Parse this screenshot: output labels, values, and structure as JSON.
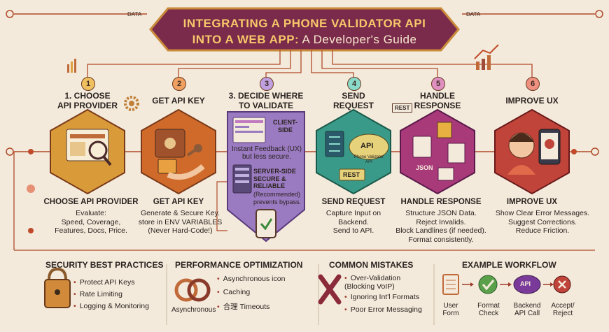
{
  "header": {
    "title_line1": "INTEGRATING A PHONE VALIDATOR API",
    "title_line2_bold": "INTO A WEB APP:",
    "title_line2_rest": " A Developer's Guide",
    "tag_left": "DATA",
    "tag_right": "DATA"
  },
  "steps": [
    {
      "number": "1",
      "title": "1. CHOOSE\nAPI PROVIDER",
      "caption": "CHOOSE API PROVIDER",
      "desc": "Evaluate:\nSpeed, Coverage,\nFeatures, Docs, Price."
    },
    {
      "number": "2",
      "title": "GET API KEY",
      "caption": "GET API KEY",
      "desc": "Generate & Secure Key.\nstore in ENV VARIABLES\n(Never Hard-Code!)"
    },
    {
      "number": "3",
      "title": "3. DECIDE WHERE\nTO VALIDATE",
      "client_title": "CLIENT-SIDE",
      "client_desc": "Instant Feedback (UX)\nbut less secure.",
      "server_title": "SERVER-SIDE\nSECURE &\nRELIABLE",
      "server_desc": "(Recommended)\nprevents bypass."
    },
    {
      "number": "4",
      "title": "SEND\nREQUEST",
      "caption": "SEND REQUEST",
      "desc": "Capture Input on\nBackend.\nSend to API.",
      "api_label": "API",
      "api_sub": "Phone Validator\nAPI",
      "rest_label": "REST"
    },
    {
      "number": "5",
      "title": "HANDLE\nRESPONSE",
      "caption": "HANDLE RESPONSE",
      "desc": "Structure JSON Data.\nReject Invalids.\nBlock Landlines (if needed).\nFormat consistently.",
      "rest_label": "REST",
      "json_label": "JSON"
    },
    {
      "number": "6",
      "title": "IMPROVE UX",
      "caption": "IMPROVE UX",
      "desc": "Show Clear Error Messages.\nSuggest Corrections.\nReduce Friction."
    }
  ],
  "sections": {
    "security": {
      "title": "SECURITY BEST PRACTICES",
      "items": [
        "Protect API Keys",
        "Rate Limiting",
        "Logging & Monitoring"
      ]
    },
    "performance": {
      "title": "PERFORMANCE OPTIMIZATION",
      "items": [
        "Asynchronous icon",
        "Caching",
        "合理 Timeouts"
      ],
      "caption": "Asynchronous"
    },
    "mistakes": {
      "title": "COMMON MISTAKES",
      "items": [
        "Over-Validation\n(Blocking VoIP)",
        "Ignoring Int'l Formats",
        "Poor Error Messaging"
      ]
    },
    "workflow": {
      "title": "EXAMPLE WORKFLOW",
      "items": [
        "User\nForm",
        "Format\nCheck",
        "Backend\nAPI Call",
        "Accept/\nReject"
      ],
      "api_label": "API"
    }
  },
  "colors": {
    "background": "#f4eadb",
    "banner": "#7a2a4a",
    "gold": "#f6c76a",
    "step1": "#d99a3a",
    "step2": "#cf6a2a",
    "step3": "#9a7ac0",
    "step4": "#3a9a8a",
    "step5": "#a83a7a",
    "step6": "#c0443a"
  }
}
